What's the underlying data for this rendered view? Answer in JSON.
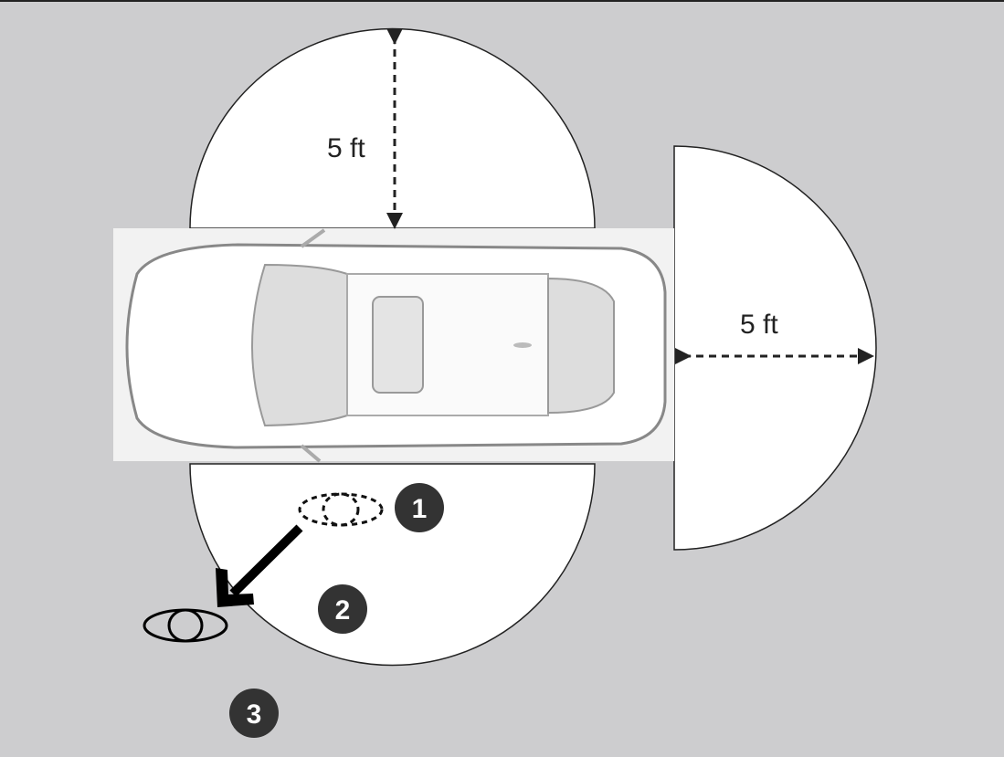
{
  "diagram": {
    "front_distance_label": "5 ft",
    "rear_distance_label": "5 ft",
    "markers": [
      {
        "number": "1"
      },
      {
        "number": "2"
      },
      {
        "number": "3"
      }
    ],
    "colors": {
      "background": "#cdcdcf",
      "zone": "#ffffff",
      "marker": "#333333"
    }
  }
}
